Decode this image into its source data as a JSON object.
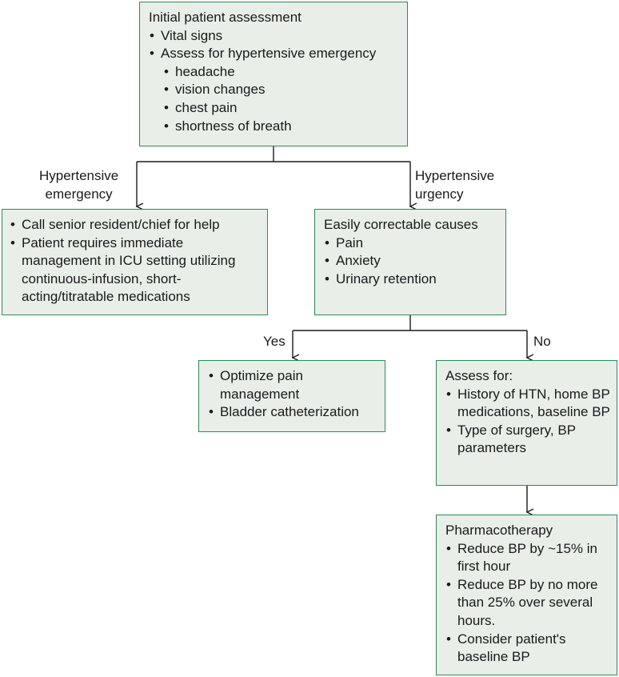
{
  "nodes": {
    "assessment": {
      "title": "Initial patient assessment",
      "items": [
        "Vital signs",
        "Assess for hypertensive emergency"
      ],
      "subitems": [
        "headache",
        "vision changes",
        "chest pain",
        "shortness of breath"
      ]
    },
    "emergency": {
      "items": [
        "Call senior resident/chief for help",
        "Patient requires immediate management in ICU setting utilizing continuous-infusion, short-acting/titratable medications"
      ]
    },
    "correctable": {
      "title": "Easily correctable causes",
      "items": [
        "Pain",
        "Anxiety",
        "Urinary retention"
      ]
    },
    "optimize": {
      "items": [
        "Optimize pain management",
        "Bladder catheterization"
      ]
    },
    "assess_for": {
      "title": "Assess for:",
      "items": [
        "History of HTN, home BP medications, baseline BP",
        "Type of surgery, BP parameters"
      ]
    },
    "pharmacotherapy": {
      "title": "Pharmacotherapy",
      "items": [
        "Reduce BP by ~15% in first hour",
        "Reduce BP by no more than 25% over several hours.",
        "Consider patient's baseline BP"
      ]
    }
  },
  "edge_labels": {
    "emergency_line1": "Hypertensive",
    "emergency_line2": "emergency",
    "urgency_line1": "Hypertensive",
    "urgency_line2": "urgency",
    "yes": "Yes",
    "no": "No"
  },
  "colors": {
    "box_fill": "#e9eee9",
    "box_border": "#2e8b57",
    "line": "#1a1a1a"
  }
}
